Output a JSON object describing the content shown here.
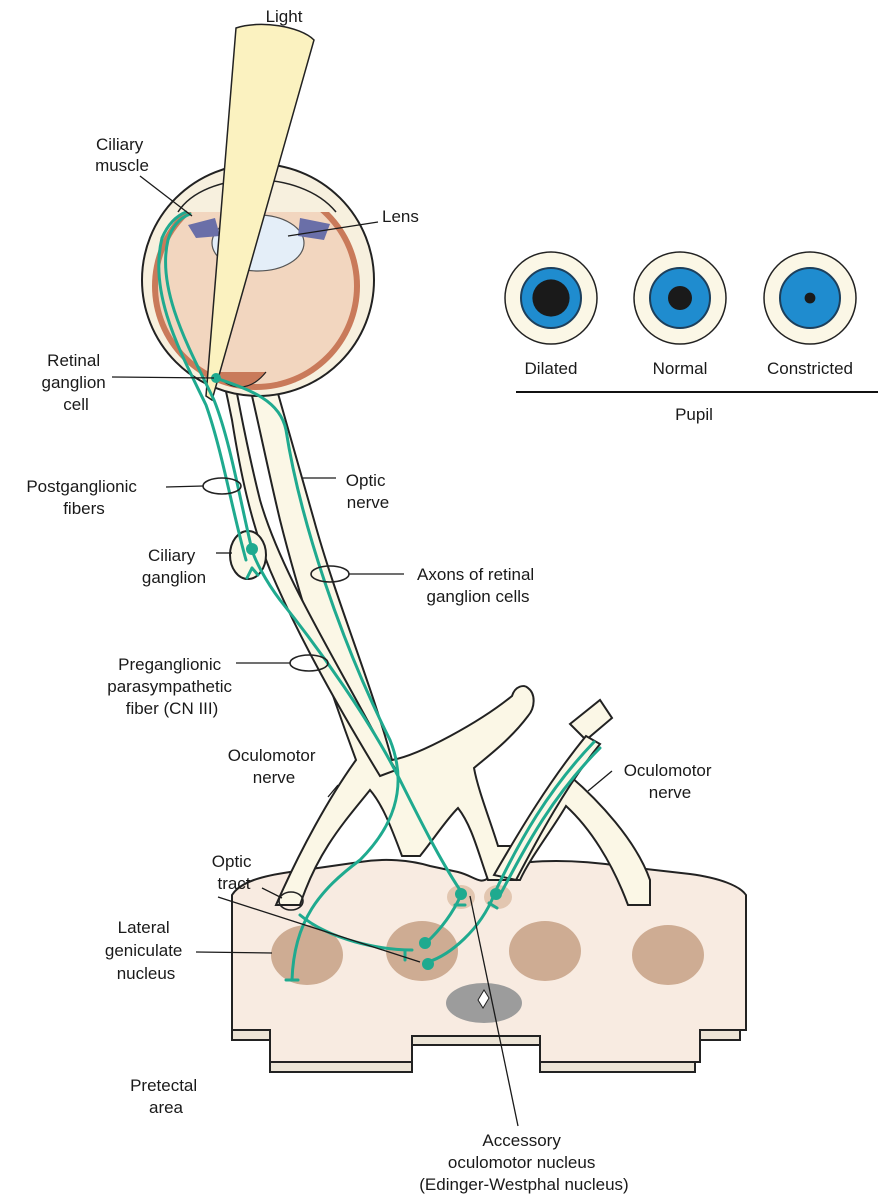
{
  "labels": {
    "light": "Light",
    "ciliary_muscle": [
      "Ciliary",
      "muscle"
    ],
    "lens": "Lens",
    "retinal_ganglion_cell": [
      "Retinal",
      "ganglion",
      "cell"
    ],
    "postganglionic_fibers": [
      "Postganglionic",
      "fibers"
    ],
    "optic_nerve": [
      "Optic",
      "nerve"
    ],
    "ciliary_ganglion": [
      "Ciliary",
      "ganglion"
    ],
    "axons_retinal_ganglion": [
      "Axons of retinal",
      "ganglion cells"
    ],
    "preganglionic": [
      "Preganglionic",
      "parasympathetic",
      "fiber (CN III)"
    ],
    "oculomotor_nerve_left": [
      "Oculomotor",
      "nerve"
    ],
    "oculomotor_nerve_right": [
      "Oculomotor",
      "nerve"
    ],
    "optic_tract": [
      "Optic",
      "tract"
    ],
    "lateral_geniculate": [
      "Lateral",
      "geniculate",
      "nucleus"
    ],
    "pretectal_area": [
      "Pretectal",
      "area"
    ],
    "accessory_nucleus": [
      "Accessory",
      "oculomotor nucleus",
      "(Edinger-Westphal nucleus)"
    ]
  },
  "pupil_panel": {
    "title": "Pupil",
    "states": [
      {
        "label": "Dilated",
        "pupil_fraction": 0.62
      },
      {
        "label": "Normal",
        "pupil_fraction": 0.4
      },
      {
        "label": "Constricted",
        "pupil_fraction": 0.18
      }
    ]
  },
  "colors": {
    "pathway": "#1faa8f",
    "nerve_fill": "#fbf7e6",
    "iris": "#1f8ccf",
    "eye_interior": "#f2d6bf",
    "nucleus": "#c9a58b",
    "light_beam": "#fbf2c0"
  }
}
